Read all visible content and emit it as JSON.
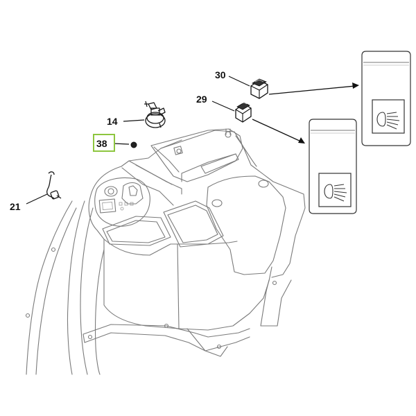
{
  "callouts": {
    "p30": "30",
    "p29": "29",
    "p14": "14",
    "p38": "38",
    "p21": "21"
  },
  "highlight_color": "#8dc63f",
  "icons": {
    "switch_symbol": "work-light-icon",
    "panel_symbol": "work-light-icon"
  }
}
